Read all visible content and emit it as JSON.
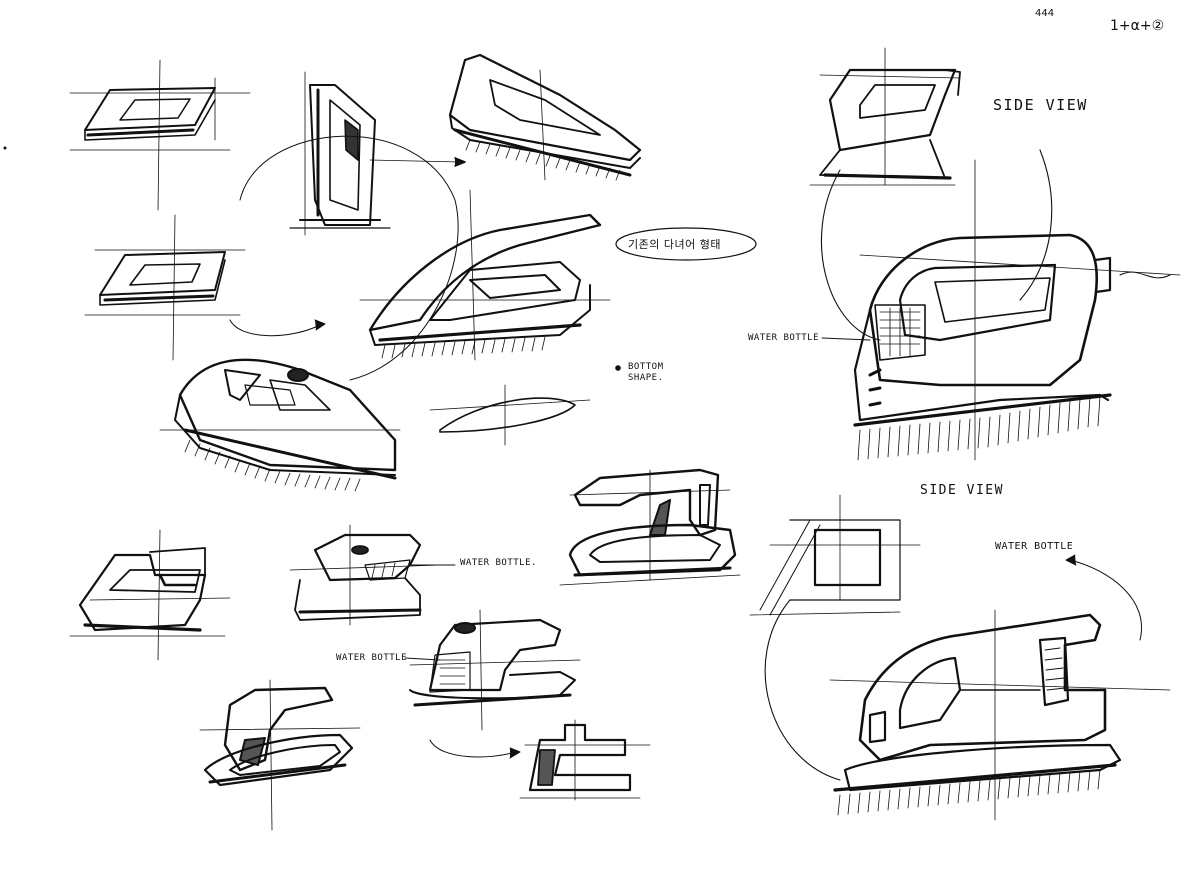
{
  "sketch": {
    "ink_color": "#111111",
    "paper_color": "#ffffff",
    "labels": {
      "side_view_1": "SIDE VIEW",
      "side_view_2": "SIDE VIEW",
      "korean_note": "기존의 다녀어 형태",
      "bottom_shape": "BOTTOM SHAPE.",
      "water_bottle_right": "WATER BOTTLE",
      "water_bottle_lower_right": "WATER BOTTLE",
      "water_bottle_mid": "WATER BOTTLE.",
      "water_bottle_left": "WATER BOTTLE",
      "corner_mark": "444",
      "corner_formula": "1+α+②"
    }
  }
}
